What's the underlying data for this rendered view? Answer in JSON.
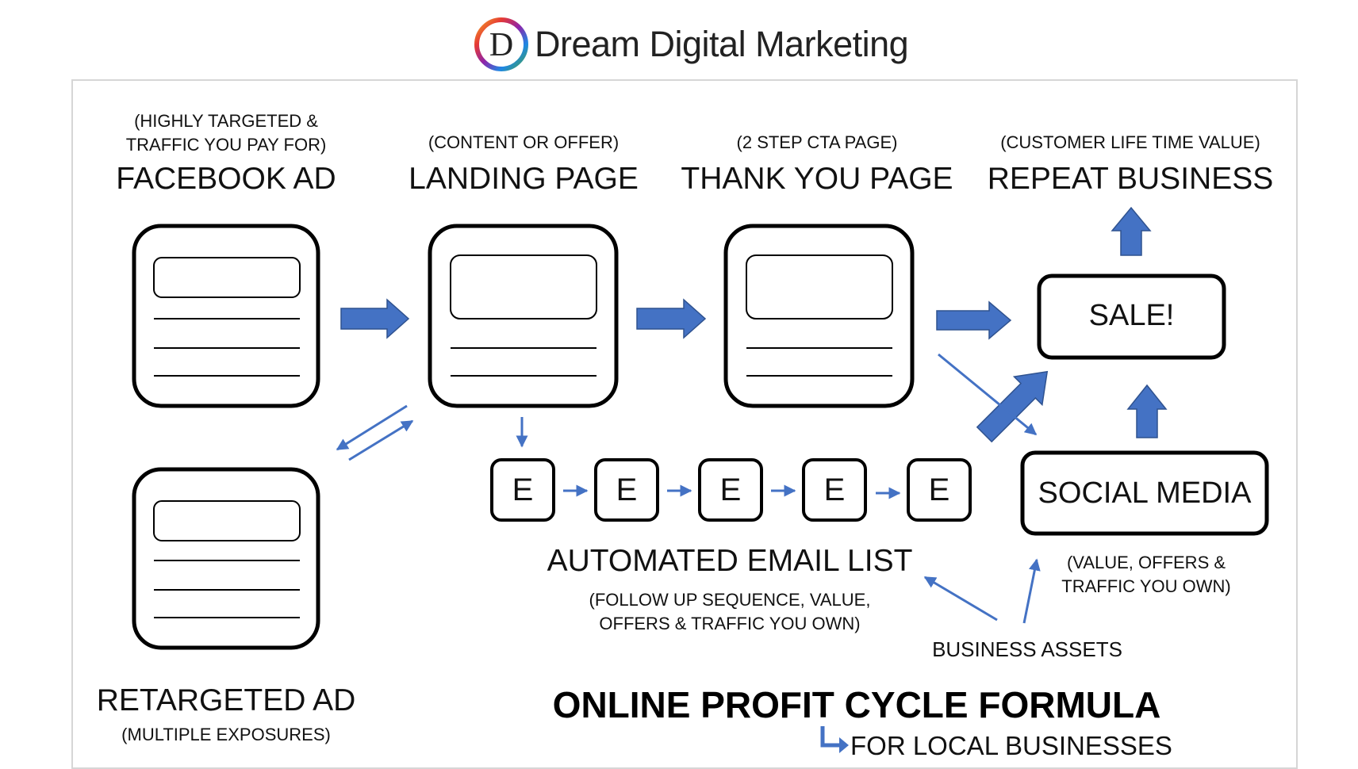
{
  "brand": {
    "logo_letter": "D",
    "name": "Dream Digital Marketing"
  },
  "columns": [
    {
      "sub": [
        "(HIGHLY TARGETED &",
        "TRAFFIC YOU PAY FOR)"
      ],
      "title": "FACEBOOK AD"
    },
    {
      "sub": [
        "(CONTENT OR OFFER)"
      ],
      "title": "LANDING PAGE"
    },
    {
      "sub": [
        "(2 STEP CTA PAGE)"
      ],
      "title": "THANK YOU PAGE"
    },
    {
      "sub": [
        "(CUSTOMER LIFE TIME VALUE)"
      ],
      "title": "REPEAT BUSINESS"
    }
  ],
  "sale": {
    "label": "SALE!"
  },
  "social_media": {
    "label": "SOCIAL MEDIA",
    "sub": [
      "(VALUE, OFFERS &",
      "TRAFFIC YOU OWN)"
    ]
  },
  "email_list": {
    "items": [
      "E",
      "E",
      "E",
      "E",
      "E"
    ],
    "title": "AUTOMATED EMAIL LIST",
    "sub": [
      "(FOLLOW UP SEQUENCE, VALUE,",
      "OFFERS & TRAFFIC YOU OWN)"
    ]
  },
  "business_assets": "BUSINESS ASSETS",
  "retargeted": {
    "title": "RETARGETED AD",
    "sub": "(MULTIPLE EXPOSURES)"
  },
  "footer": {
    "title": "ONLINE PROFIT CYCLE FORMULA",
    "sub": "FOR LOCAL BUSINESSES"
  },
  "colors": {
    "arrow": "#4472c4",
    "outline": "#000000",
    "frame": "#d6d6d6"
  }
}
